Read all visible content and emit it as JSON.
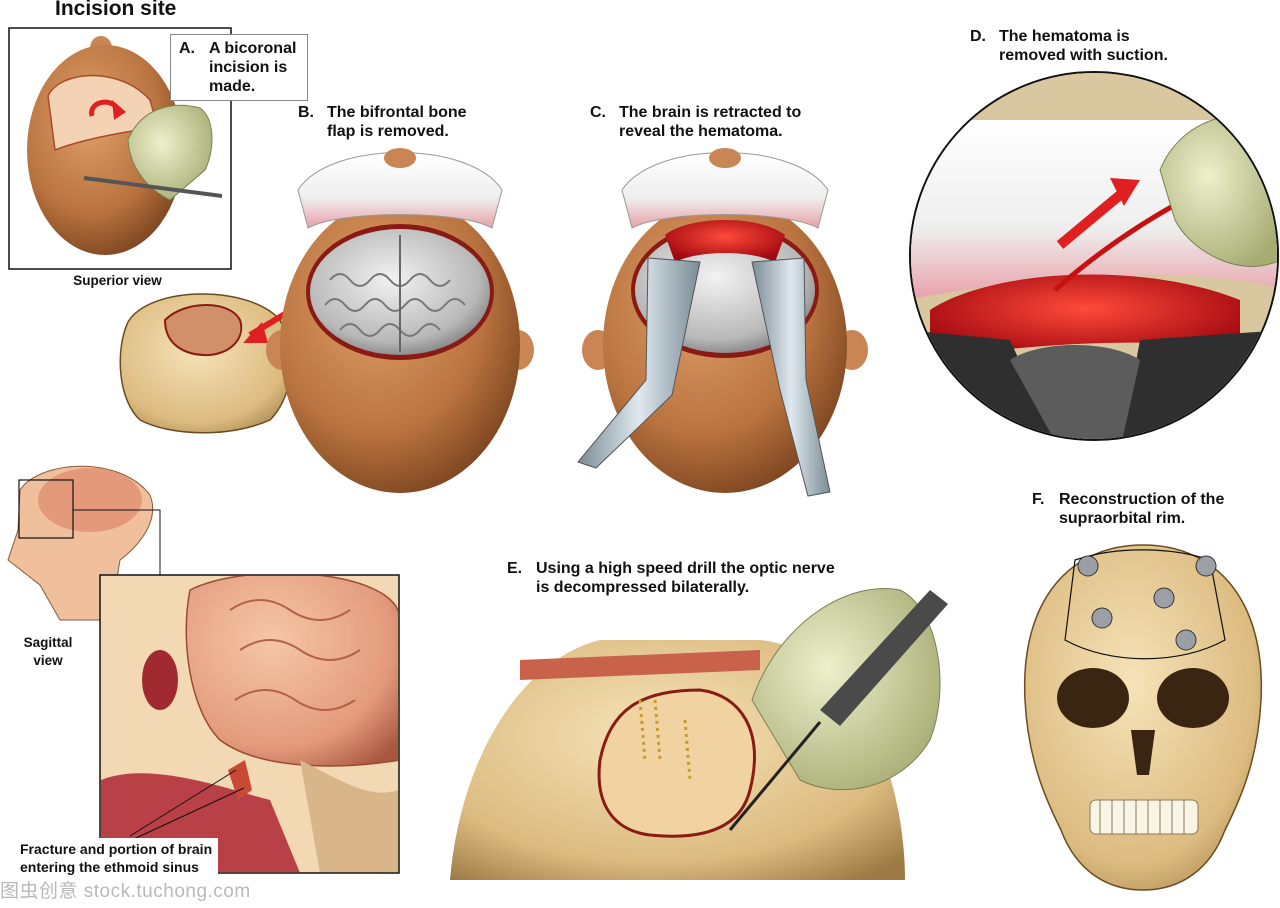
{
  "title": "Incision site",
  "panels": {
    "a": {
      "letter": "A.",
      "text": "A bicoronal\nincision is\nmade."
    },
    "b": {
      "letter": "B.",
      "text": "The bifrontal bone\nflap is removed."
    },
    "c": {
      "letter": "C.",
      "text": "The brain is retracted to\nreveal the hematoma."
    },
    "d": {
      "letter": "D.",
      "text": "The hematoma is\nremoved with suction."
    },
    "e": {
      "letter": "E.",
      "text": "Using a high speed drill the optic nerve\nis decompressed bilaterally."
    },
    "f": {
      "letter": "F.",
      "text": "Reconstruction of the\nsupraorbital rim."
    }
  },
  "captions": {
    "superior_view": "Superior view",
    "sagittal_view": "Sagittal\nview",
    "fracture": "Fracture and portion of brain\nentering the ethmoid sinus"
  },
  "watermark": "图虫创意 stock.tuchong.com",
  "colors": {
    "skin": "#b9733f",
    "skin_dark": "#7a4420",
    "brain_gray": "#b8b8b8",
    "blood": "#d8141c",
    "bone": "#e4c792",
    "glove": "#c8cc9a",
    "retractor": "#9eb0bc",
    "flesh_pink": "#e8a185"
  }
}
